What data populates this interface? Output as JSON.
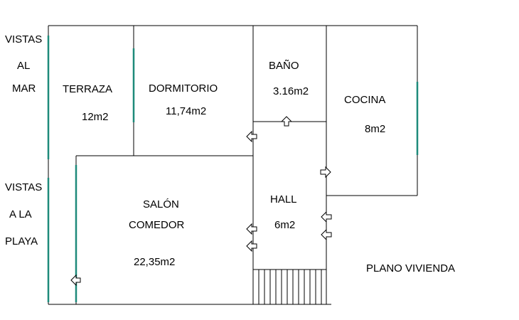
{
  "plan_title": "PLANO VIVIENDA",
  "side_labels": {
    "top": [
      "VISTAS",
      "AL",
      "MAR"
    ],
    "bottom": [
      "VISTAS",
      "A LA",
      "PLAYA"
    ]
  },
  "rooms": {
    "terraza": {
      "name": "TERRAZA",
      "area": "12m2"
    },
    "dormitorio": {
      "name": "DORMITORIO",
      "area": "11,74m2"
    },
    "bano": {
      "name": "BAÑO",
      "area": "3.16m2"
    },
    "cocina": {
      "name": "COCINA",
      "area": "8m2"
    },
    "salon": {
      "name_line1": "SALÓN",
      "name_line2": "COMEDOR",
      "area": "22,35m2"
    },
    "hall": {
      "name": "HALL",
      "area": "6m2"
    }
  },
  "colors": {
    "walls": "#000000",
    "windows": "#1e8a7a",
    "background": "#ffffff"
  }
}
